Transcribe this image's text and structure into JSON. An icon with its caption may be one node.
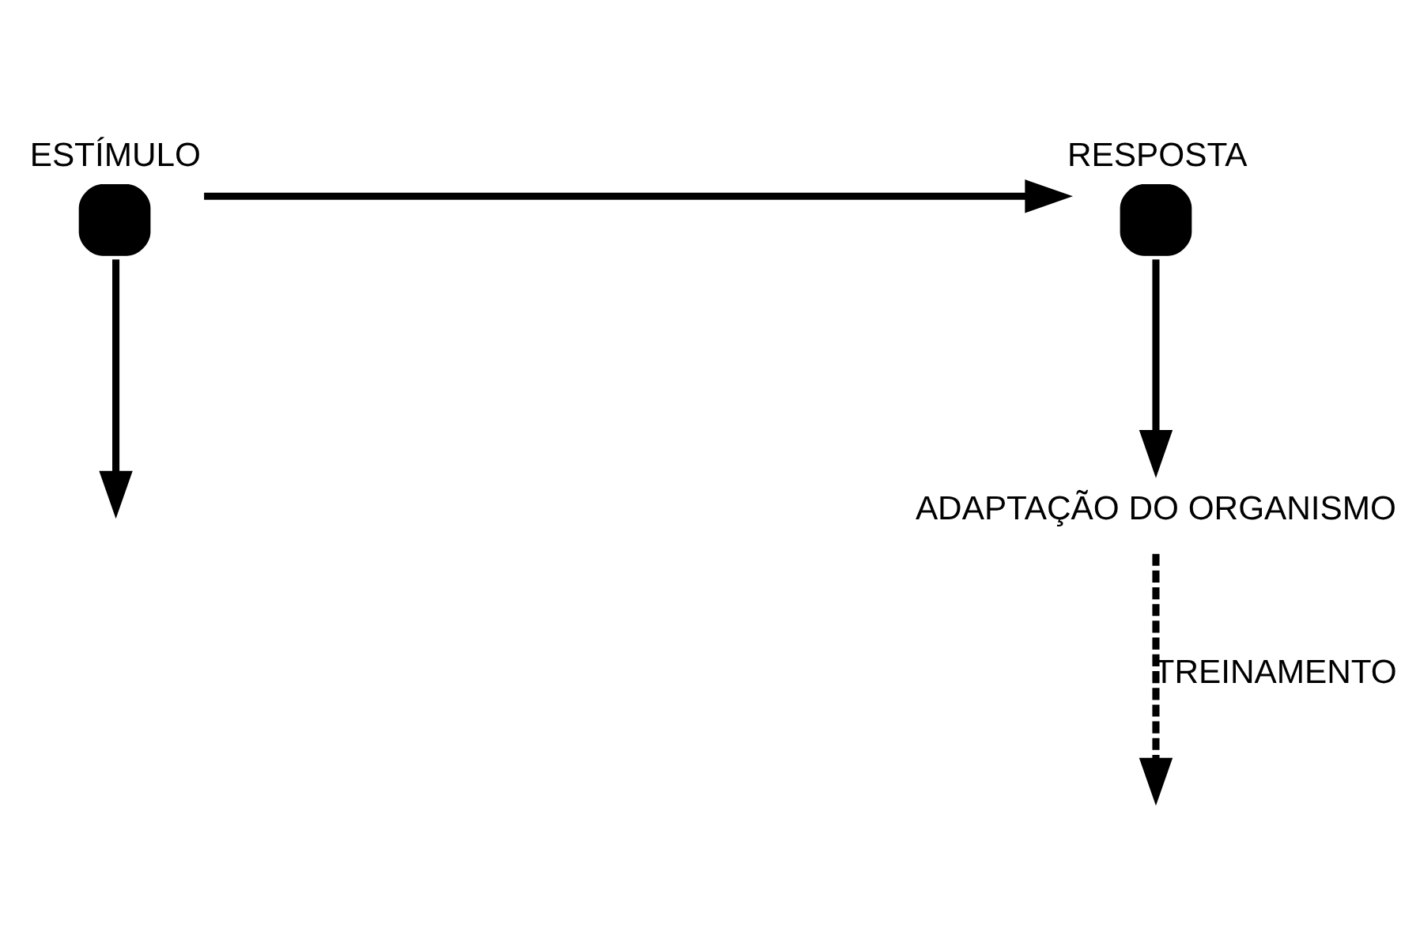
{
  "diagram": {
    "nodes": [
      {
        "text": [
          "ESTÍMULO"
        ]
      },
      {
        "text": [
          "RESPOSTA"
        ]
      },
      {
        "text": [
          "ADAPTAÇÃO DO ORGANISMO"
        ]
      }
    ],
    "edges": [
      {
        "from": 0,
        "to": 1,
        "arrow": "to"
      },
      {
        "from": 0,
        "to": null,
        "arrow": "to"
      },
      {
        "from": 1,
        "to": 2,
        "arrow": "to"
      },
      {
        "from": 2,
        "to": null,
        "arrow": "to",
        "style": "dashed",
        "label": "TREINAMENTO"
      }
    ]
  }
}
